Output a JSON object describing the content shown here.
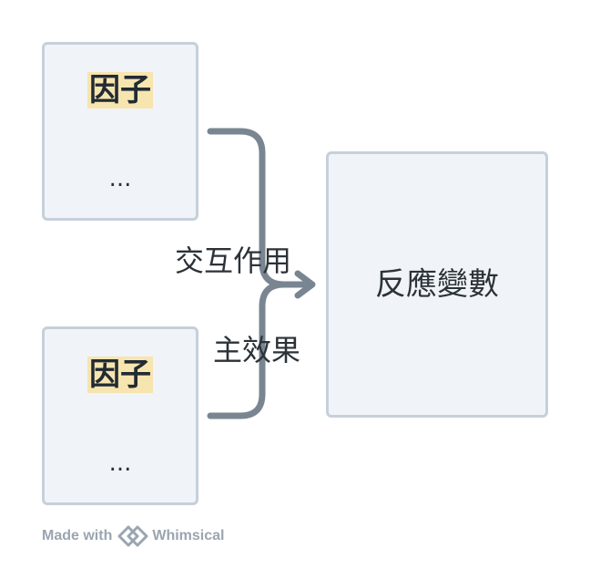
{
  "diagram": {
    "factors": [
      {
        "title": "因子",
        "body": "..."
      },
      {
        "title": "因子",
        "body": "..."
      }
    ],
    "response": {
      "label": "反應變數"
    },
    "edge_labels": {
      "interaction": "交互作用",
      "main_effect": "主效果"
    }
  },
  "footer": {
    "made_with": "Made with",
    "brand": "Whimsical"
  },
  "colors": {
    "box_fill": "#f0f4f8",
    "box_border": "#c6d0da",
    "connector": "#7a8592",
    "highlight": "#f7e5b0",
    "text": "#2b3238"
  }
}
